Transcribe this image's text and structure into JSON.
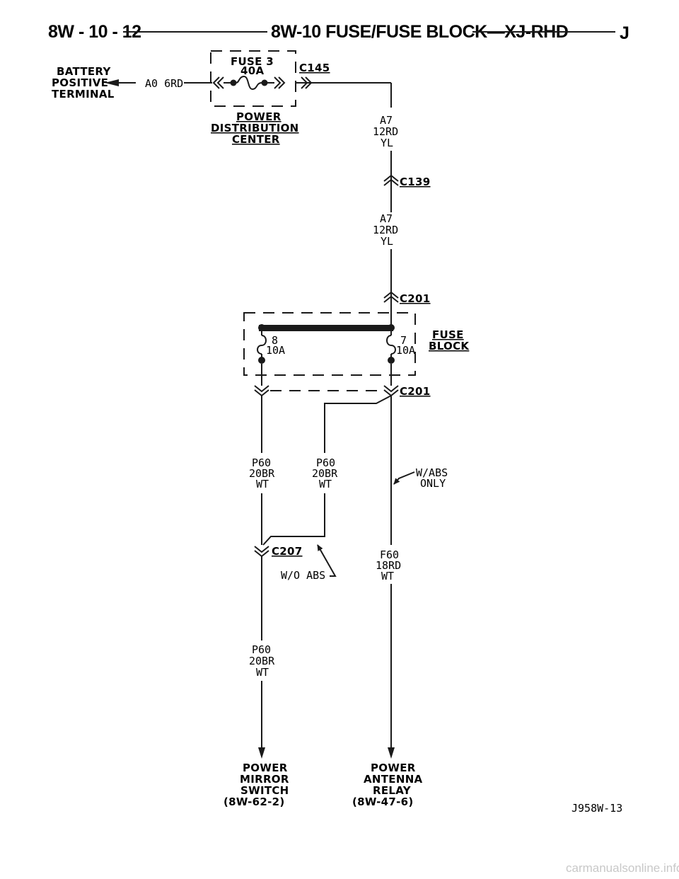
{
  "header": {
    "page_number": "8W - 10 - 12",
    "title": "8W-10 FUSE/FUSE BLOCK—XJ-RHD",
    "model_letter": "J"
  },
  "battery": {
    "line1": "BATTERY",
    "line2": "POSITIVE",
    "line3": "TERMINAL",
    "wire": "A0 6RD"
  },
  "pdc": {
    "fuse_name": "FUSE 3",
    "fuse_rating": "40A",
    "connector": "C145",
    "line1": "POWER",
    "line2": "DISTRIBUTION",
    "line3": "CENTER"
  },
  "wire_a7_top": {
    "circuit": "A7",
    "gauge": "12RD",
    "tracer": "YL"
  },
  "connector_c139": "C139",
  "wire_a7_bottom": {
    "circuit": "A7",
    "gauge": "12RD",
    "tracer": "YL"
  },
  "connector_c201_top": "C201",
  "fuse_block": {
    "line1": "FUSE",
    "line2": "BLOCK",
    "fuse8_number": "8",
    "fuse8_rating": "10A",
    "fuse7_number": "7",
    "fuse7_rating": "10A"
  },
  "connector_c201_bottom": "C201",
  "wire_p60_left": {
    "circuit": "P60",
    "gauge": "20BR",
    "tracer": "WT"
  },
  "wire_p60_middle": {
    "circuit": "P60",
    "gauge": "20BR",
    "tracer": "WT"
  },
  "note_abs": {
    "line1": "W/ABS",
    "line2": "ONLY"
  },
  "connector_c207": "C207",
  "note_no_abs": "W/O ABS",
  "wire_f60": {
    "circuit": "F60",
    "gauge": "18RD",
    "tracer": "WT"
  },
  "wire_p60_lower": {
    "circuit": "P60",
    "gauge": "20BR",
    "tracer": "WT"
  },
  "destination_mirror": {
    "line1": "POWER",
    "line2": "MIRROR",
    "line3": "SWITCH",
    "ref": "(8W-62-2)"
  },
  "destination_antenna": {
    "line1": "POWER",
    "line2": "ANTENNA",
    "line3": "RELAY",
    "ref": "(8W-47-6)"
  },
  "figure_id": "J958W-13",
  "watermark": "carmanualsonline.info"
}
